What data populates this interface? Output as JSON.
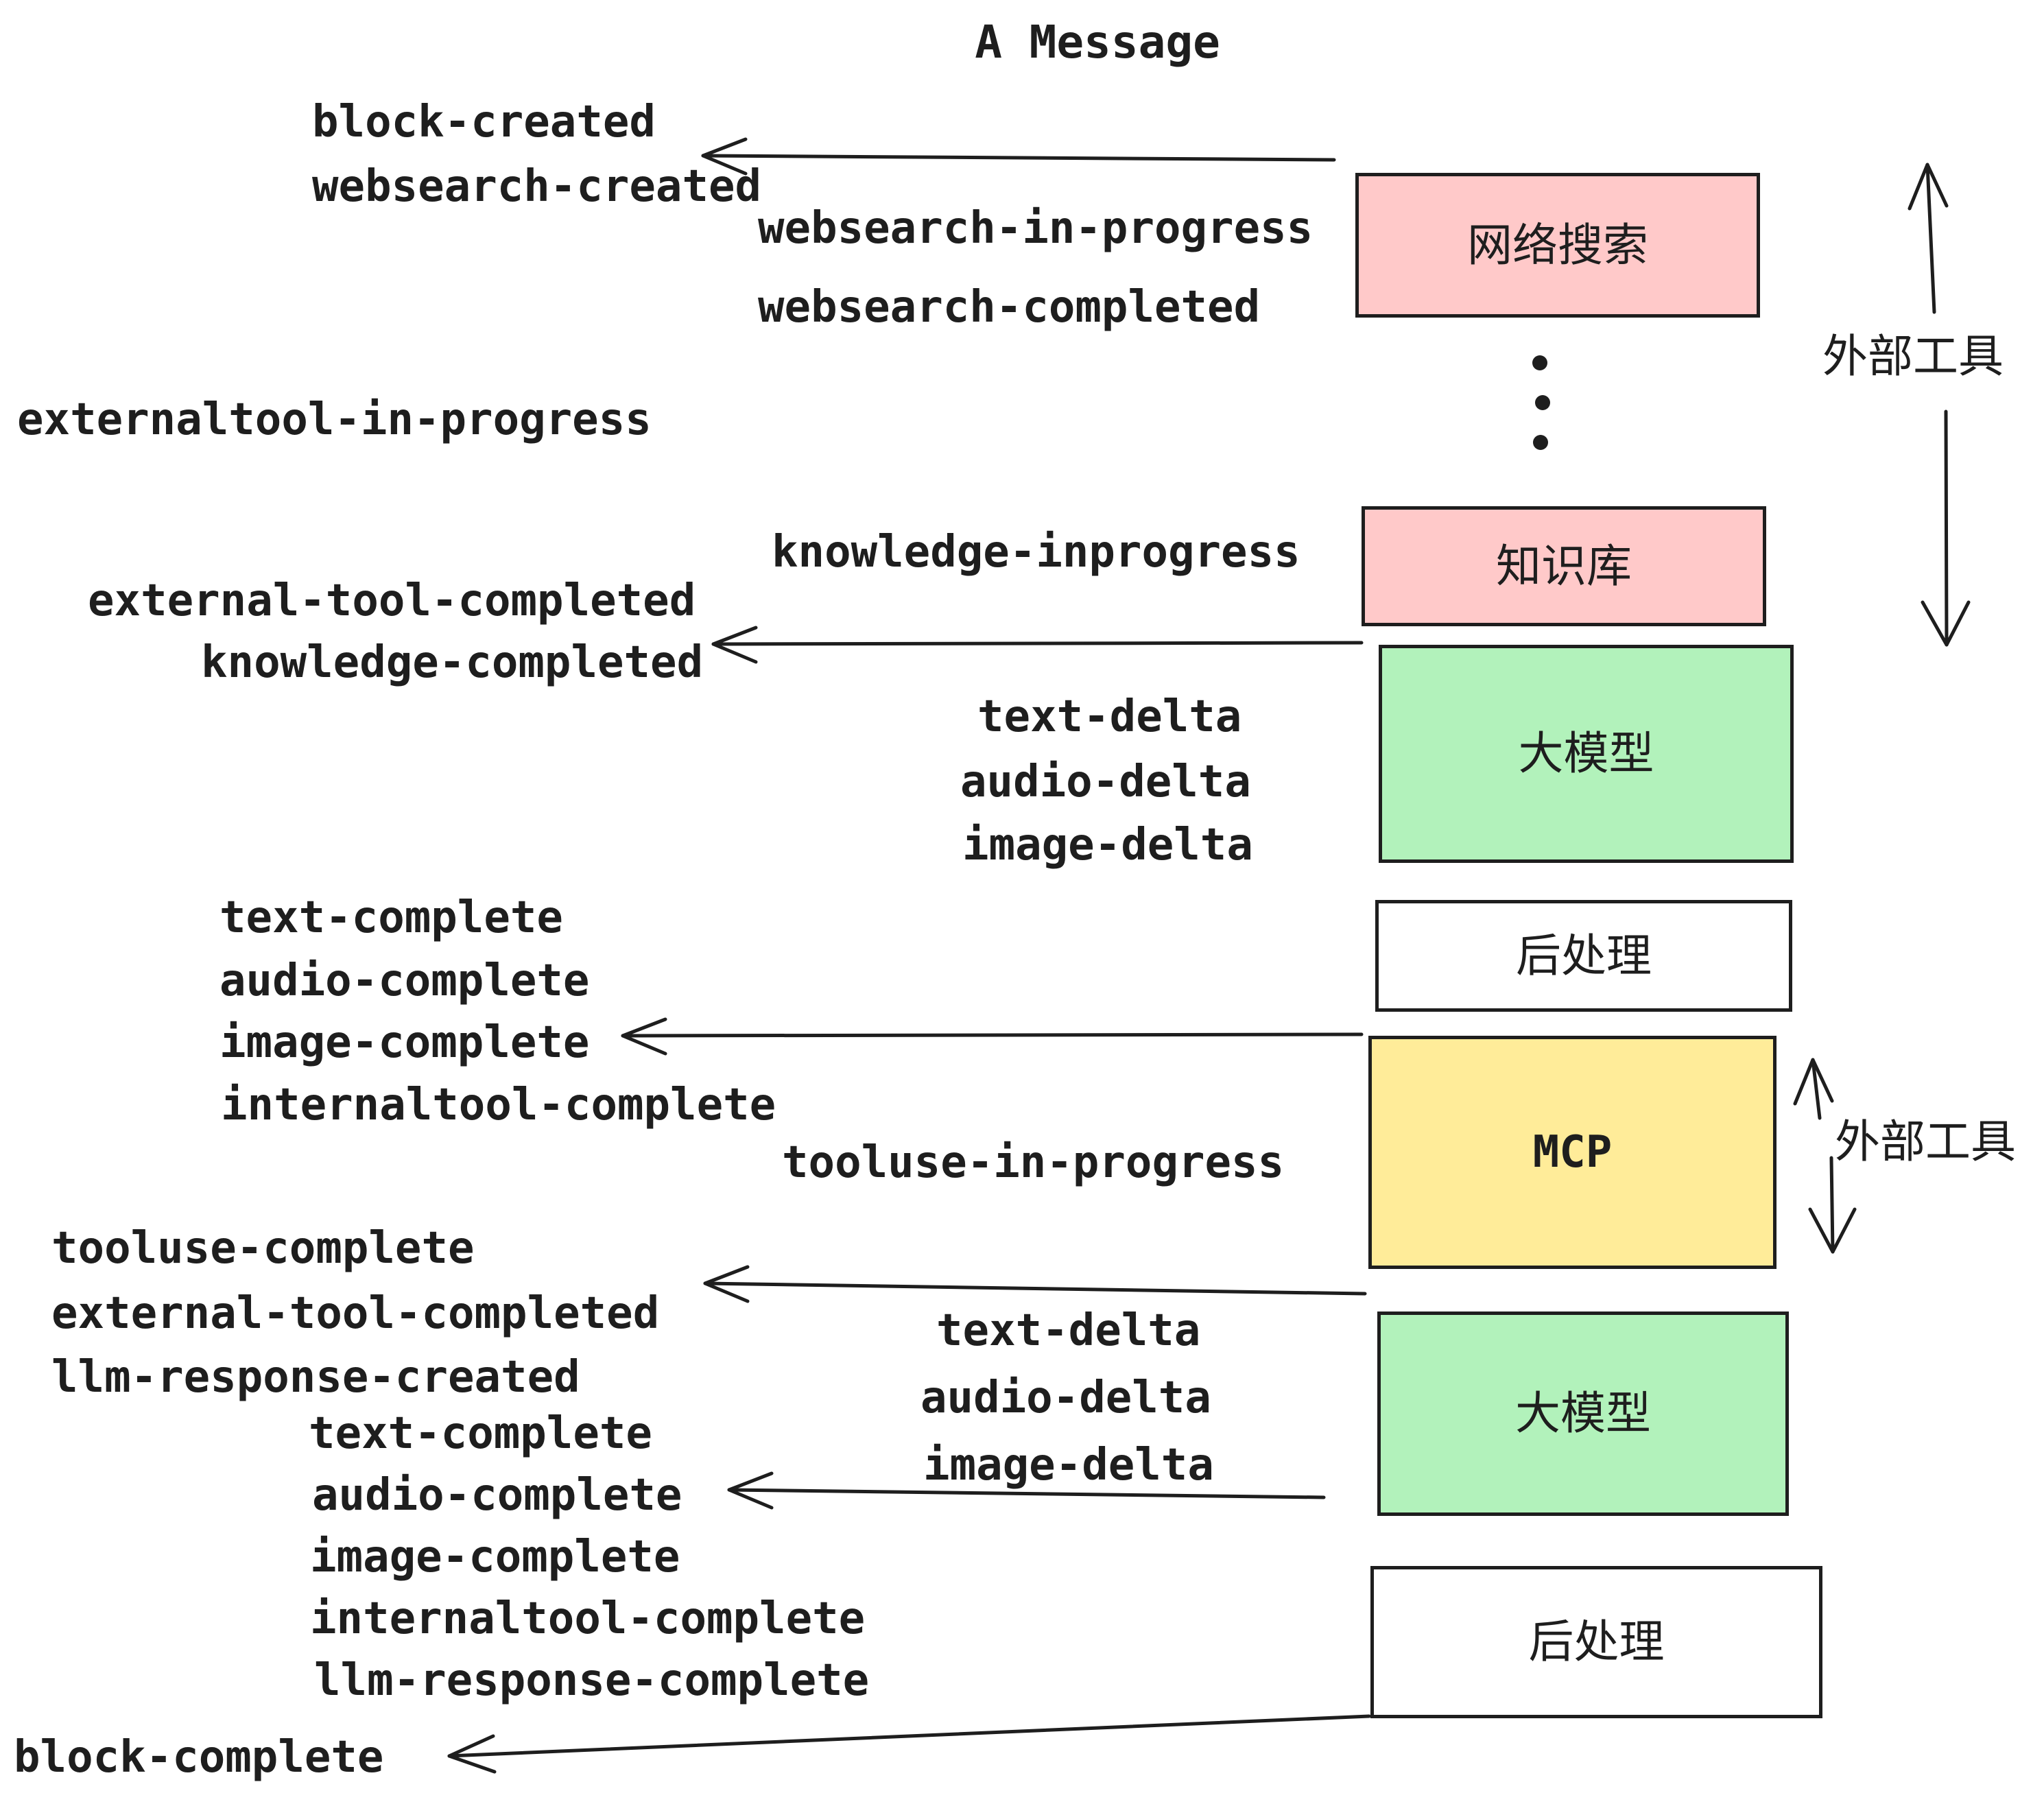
{
  "title": "A Message",
  "colors": {
    "pink": "#ffc9c9",
    "green": "#b2f2bb",
    "yellow": "#ffec99",
    "white": "#ffffff",
    "stroke": "#1e1e1e"
  },
  "nodes": [
    {
      "id": "websearch",
      "label": "网络搜索",
      "fill": "#ffc9c9"
    },
    {
      "id": "knowledge",
      "label": "知识库",
      "fill": "#ffc9c9"
    },
    {
      "id": "llm1",
      "label": "大模型",
      "fill": "#b2f2bb"
    },
    {
      "id": "post1",
      "label": "后处理",
      "fill": "#ffffff"
    },
    {
      "id": "mcp",
      "label": "MCP",
      "fill": "#ffec99"
    },
    {
      "id": "llm2",
      "label": "大模型",
      "fill": "#b2f2bb"
    },
    {
      "id": "post2",
      "label": "后处理",
      "fill": "#ffffff"
    }
  ],
  "side_labels": [
    "外部工具",
    "外部工具"
  ],
  "events": {
    "block_created": "block-created",
    "websearch_created": "websearch-created",
    "websearch_in_progress": "websearch-in-progress",
    "websearch_completed": "websearch-completed",
    "externaltool_in_progress": "externaltool-in-progress",
    "knowledge_inprogress": "knowledge-inprogress",
    "external_tool_completed_1": "external-tool-completed",
    "knowledge_completed": "knowledge-completed",
    "text_delta_1": "text-delta",
    "audio_delta_1": "audio-delta",
    "image_delta_1": "image-delta",
    "text_complete_1": "text-complete",
    "audio_complete_1": "audio-complete",
    "image_complete_1": "image-complete",
    "internaltool_complete_1": "internaltool-complete",
    "tooluse_in_progress": "tooluse-in-progress",
    "tooluse_complete": "tooluse-complete",
    "external_tool_completed_2": "external-tool-completed",
    "llm_response_created": "llm-response-created",
    "text_delta_2": "text-delta",
    "audio_delta_2": "audio-delta",
    "image_delta_2": "image-delta",
    "text_complete_2": "text-complete",
    "audio_complete_2": "audio-complete",
    "image_complete_2": "image-complete",
    "internaltool_complete_2": "internaltool-complete",
    "llm_response_complete": "llm-response-complete",
    "block_complete": "block-complete"
  }
}
